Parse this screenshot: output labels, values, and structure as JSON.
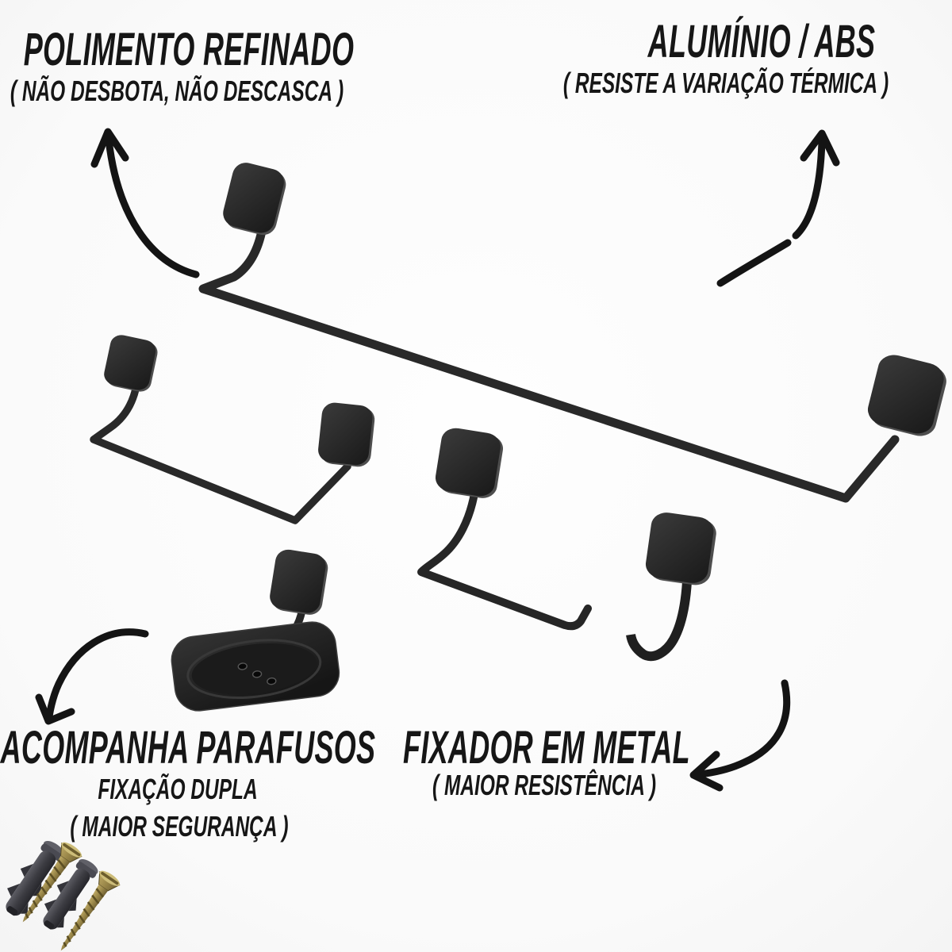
{
  "labels": {
    "top_left": {
      "title": "POLIMENTO REFINADO",
      "subtitle": "( NÃO DESBOTA, NÃO DESCASCA )"
    },
    "top_right": {
      "title": "ALUMÍNIO / ABS",
      "subtitle": "( RESISTE A VARIAÇÃO TÉRMICA )"
    },
    "bottom_left": {
      "title": "ACOMPANHA PARAFUSOS",
      "subtitle1": "FIXAÇÃO DUPLA",
      "subtitle2": "( MAIOR SEGURANÇA )"
    },
    "bottom_middle": {
      "title": "FIXADOR EM METAL",
      "subtitle": "( MAIOR RESISTÊNCIA )"
    }
  },
  "figures": [
    "towel-bar-large",
    "towel-bar-medium",
    "toilet-paper-holder",
    "robe-hook",
    "soap-dish",
    "wall-anchors-and-screws"
  ],
  "colors": {
    "text": "#161616",
    "product_black": "#262626",
    "arrow_black": "#141414",
    "screw_brass": "#9a8749",
    "anchor_gray": "#45454c",
    "background": "#fbfbfb"
  }
}
